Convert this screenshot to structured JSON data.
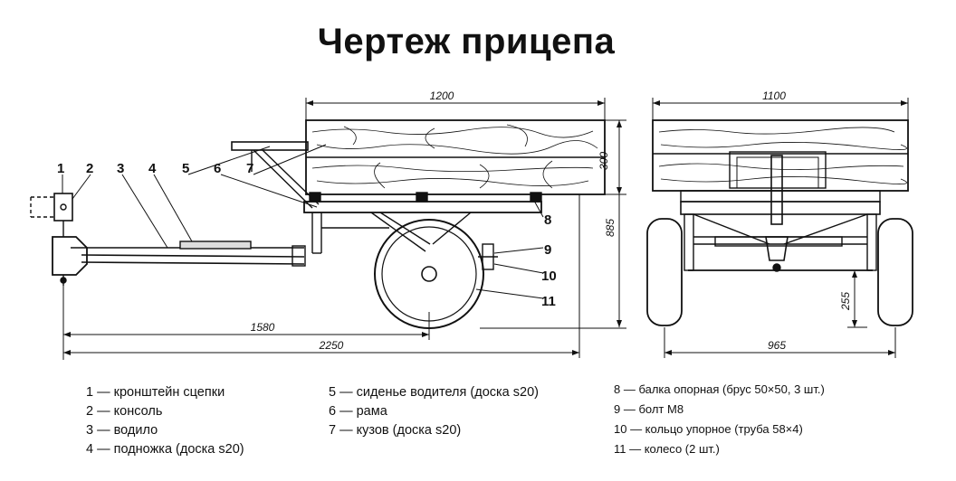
{
  "title": "Чертеж прицепа",
  "dimensions": {
    "side_body_length": "1200",
    "side_body_height": "300",
    "side_total_height": "885",
    "side_drawbar_length": "1580",
    "side_total_length": "2250",
    "front_body_width": "1100",
    "front_track_width": "965",
    "front_clearance": "255"
  },
  "callouts": [
    "1",
    "2",
    "3",
    "4",
    "5",
    "6",
    "7",
    "8",
    "9",
    "10",
    "11"
  ],
  "legend": {
    "col1": [
      "1 — кронштейн сцепки",
      "2 — консоль",
      "3 — водило",
      "4 — подножка (доска s20)"
    ],
    "col2": [
      "5 — сиденье водителя (доска s20)",
      "6 — рама",
      "7 — кузов (доска s20)"
    ],
    "col3": [
      "8 — балка опорная (брус 50×50, 3 шт.)",
      "9 — болт М8",
      "10 — кольцо упорное (труба 58×4)",
      "11 — колесо (2 шт.)"
    ]
  }
}
